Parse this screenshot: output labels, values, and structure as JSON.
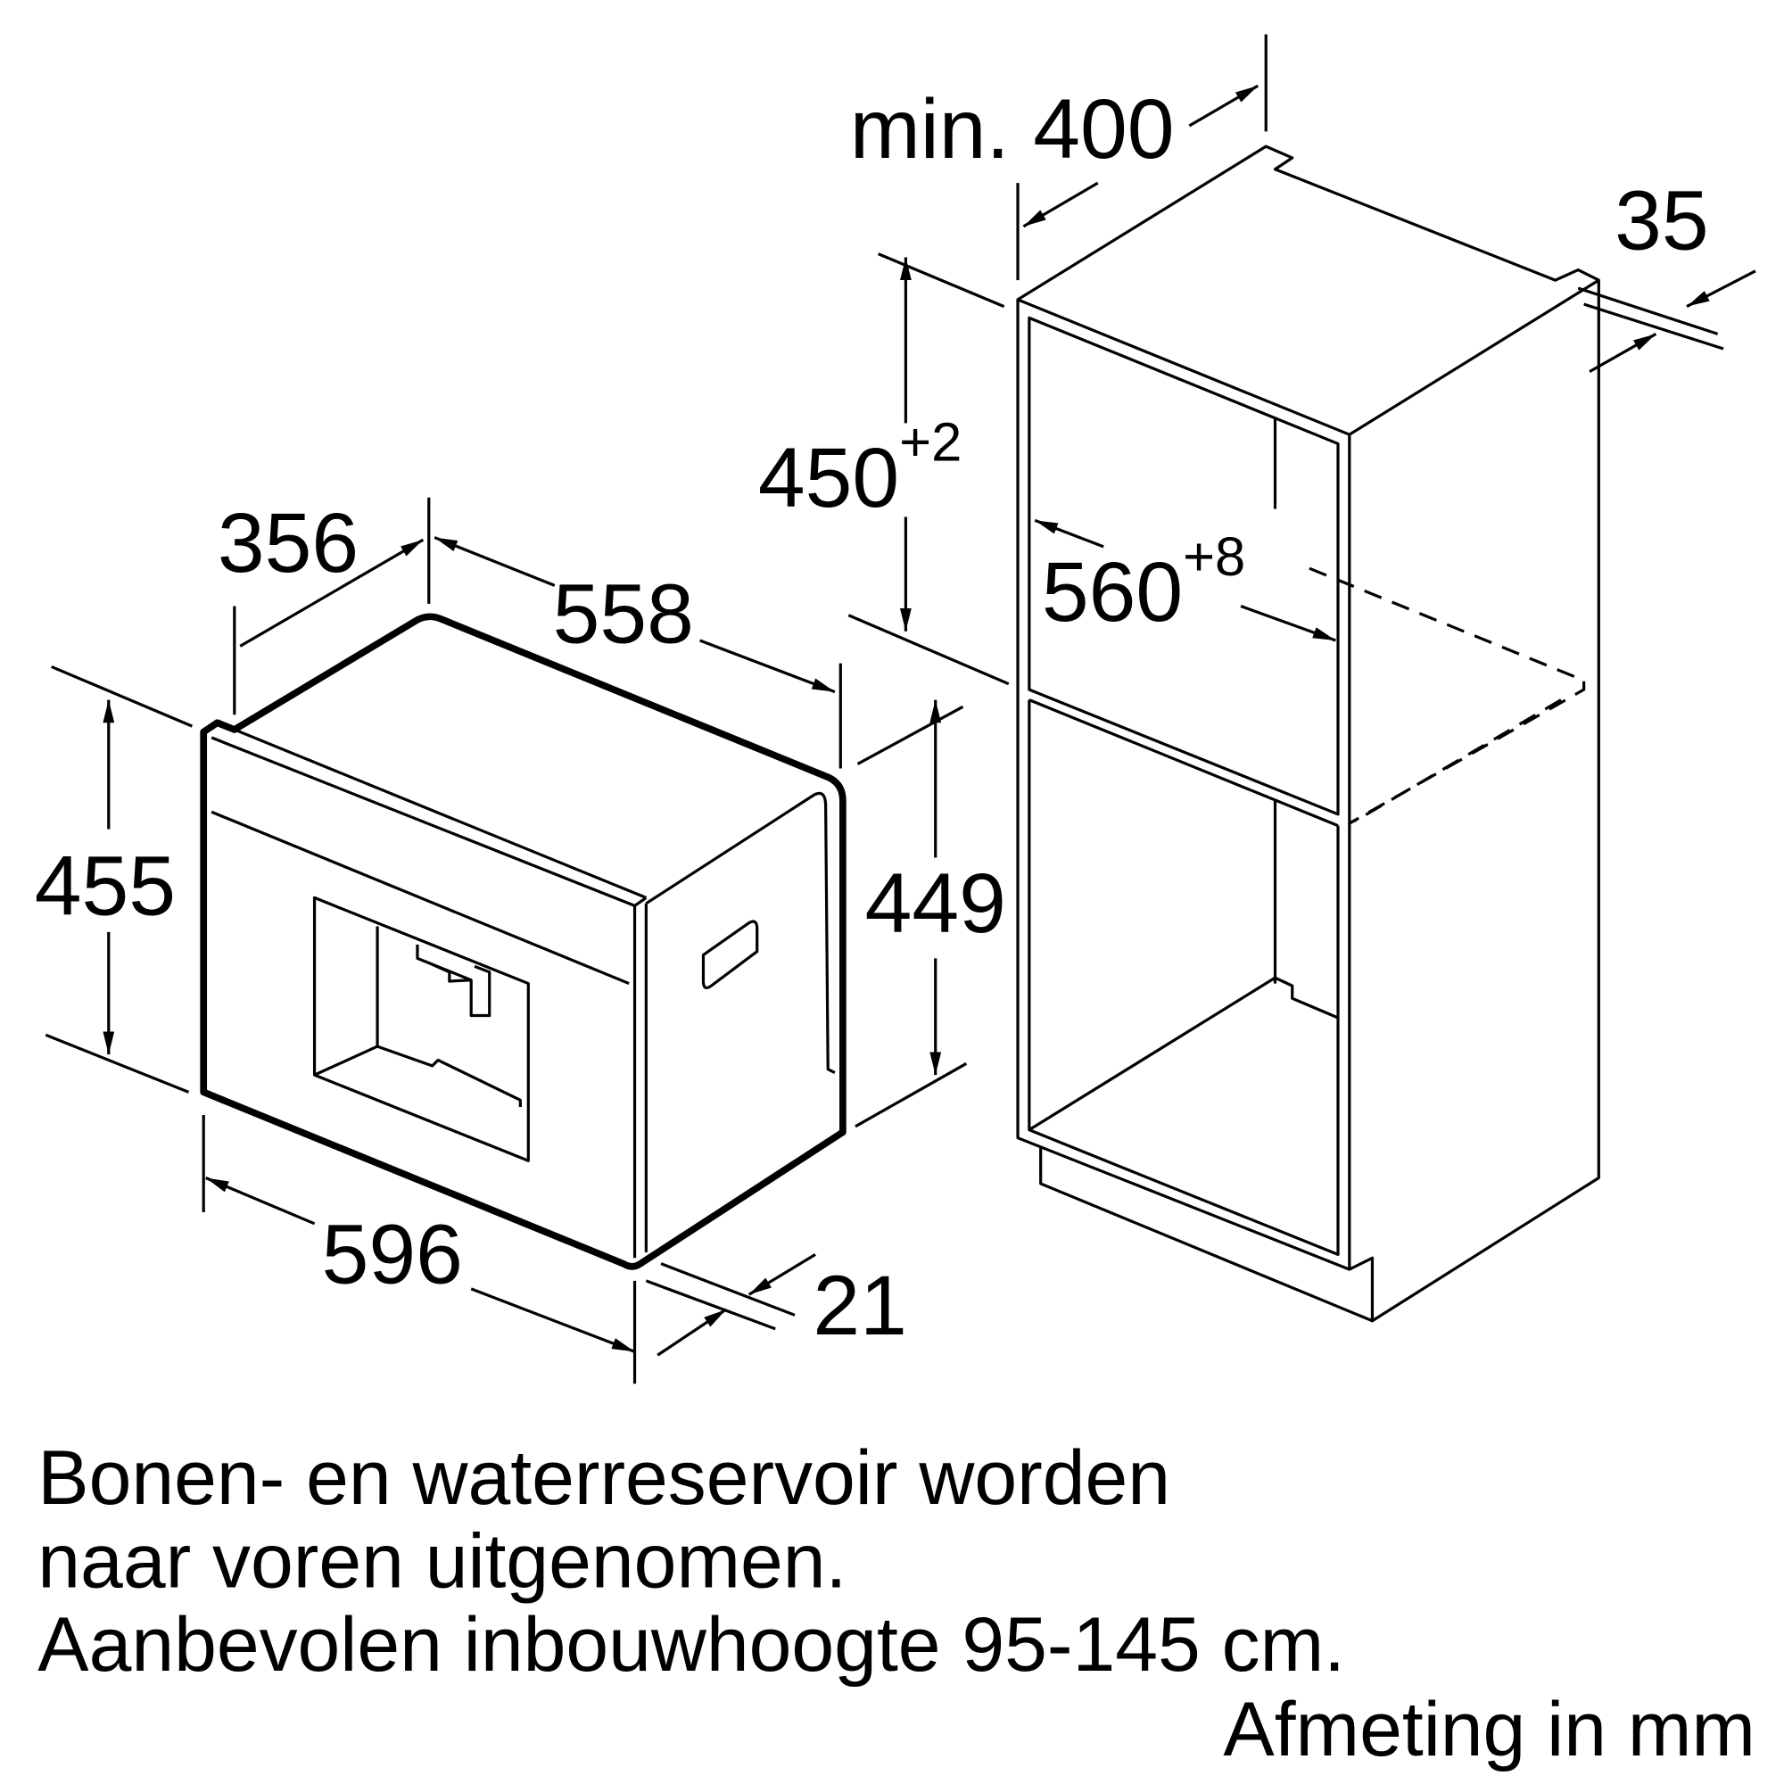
{
  "dimensions": {
    "appliance": {
      "height_front": "455",
      "depth_top": "356",
      "depth_side": "558",
      "height_side": "449",
      "width": "596",
      "front_thickness": "21"
    },
    "cabinet": {
      "min_depth": "min. 400",
      "back_gap": "35",
      "niche_height": "450",
      "niche_height_tolerance": "+2",
      "niche_width": "560",
      "niche_width_tolerance": "+8"
    }
  },
  "notes": [
    "Bonen- en waterreservoir worden",
    "naar voren uitgenomen.",
    "Aanbevolen inbouwhoogte 95-145 cm."
  ],
  "units_note": "Afmeting in mm",
  "colors": {
    "line": "#000000",
    "background": "#ffffff"
  }
}
